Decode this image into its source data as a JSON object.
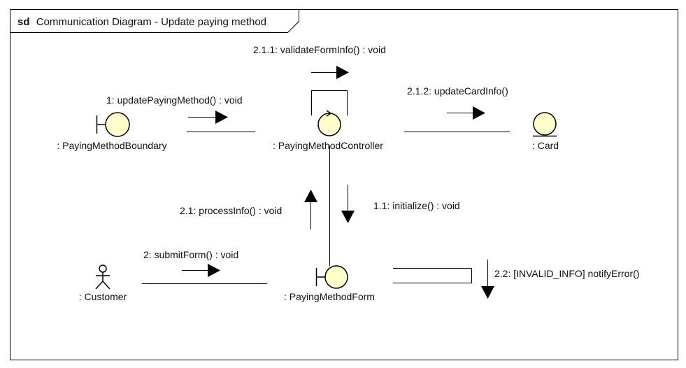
{
  "frame": {
    "keyword": "sd",
    "title": "Communication Diagram - Update paying method"
  },
  "objects": {
    "boundary": ": PayingMethodBoundary",
    "controller": ": PayingMethodController",
    "card": ": Card",
    "customer": ": Customer",
    "form": ": PayingMethodForm"
  },
  "messages": {
    "update_paying_method": "1: updatePayingMethod() : void",
    "validate_form_info": "2.1.1: validateFormInfo() : void",
    "update_card_info": "2.1.2: updateCardInfo()",
    "process_info": "2.1: processInfo() : void",
    "initialize": "1.1: initialize() : void",
    "submit_form": "2: submitForm() : void",
    "notify_error": "2.2: [INVALID_INFO] notifyError()"
  },
  "colors": {
    "element_fill": "#ffffcc",
    "stroke": "#000000"
  },
  "icons": {
    "boundary": "boundary-icon",
    "control": "control-icon",
    "entity": "entity-icon",
    "actor": "actor-icon"
  }
}
